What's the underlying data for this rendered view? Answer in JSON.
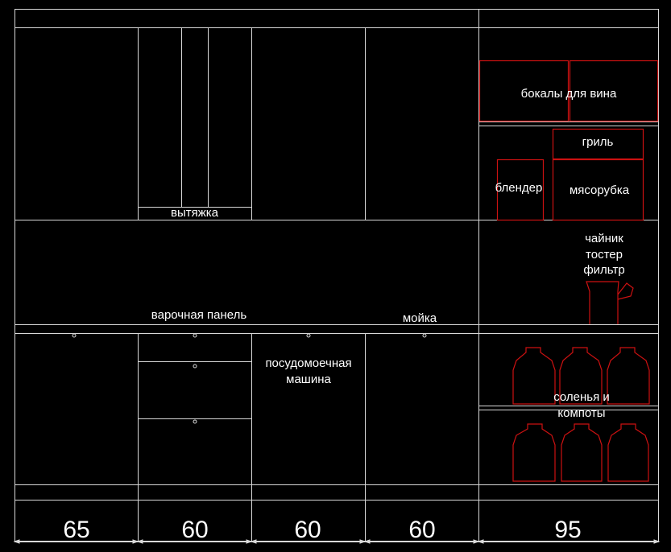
{
  "labels": {
    "hood": "вытяжка",
    "hob": "варочная панель",
    "sink": "мойка",
    "dishwasher_line1": "посудомоечная",
    "dishwasher_line2": "машина",
    "wine_glasses": "бокалы для вина",
    "grill": "гриль",
    "blender": "блендер",
    "meat_grinder": "мясорубка",
    "kettle": "чайник",
    "toaster": "тостер",
    "filter": "фильтр",
    "pickles_line1": "соленья и",
    "pickles_line2": "компоты"
  },
  "dimensions": [
    "65",
    "60",
    "60",
    "60",
    "95"
  ],
  "colors": {
    "background": "#000000",
    "lines": "#d9d9d9",
    "objects": "#cc1111",
    "text": "#ffffff"
  }
}
